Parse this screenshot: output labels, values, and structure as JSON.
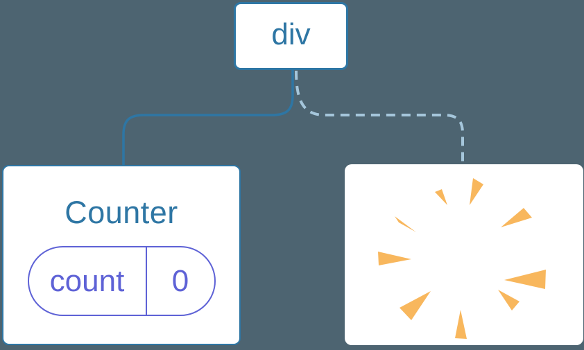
{
  "diagram": {
    "description": "React render tree diagram: a div root with a preserved Counter component (solid edge) and a removed component shown as a poof sparkle (dashed edge)",
    "root_node": {
      "label": "div"
    },
    "counter_node": {
      "title": "Counter",
      "state": {
        "key": "count",
        "value": "0"
      }
    },
    "removed_node": {
      "icon": "poof-sparkle-icon"
    },
    "edges": [
      {
        "from": "div",
        "to": "Counter",
        "style": "solid"
      },
      {
        "from": "div",
        "to": "removed-node",
        "style": "dashed"
      }
    ],
    "colors": {
      "background": "#4d6471",
      "accent_blue": "#2e76a4",
      "dashed_blue": "#a5c6db",
      "state_purple": "#5e62d6",
      "spark_orange": "#f8b75d",
      "card_white": "#ffffff"
    }
  }
}
